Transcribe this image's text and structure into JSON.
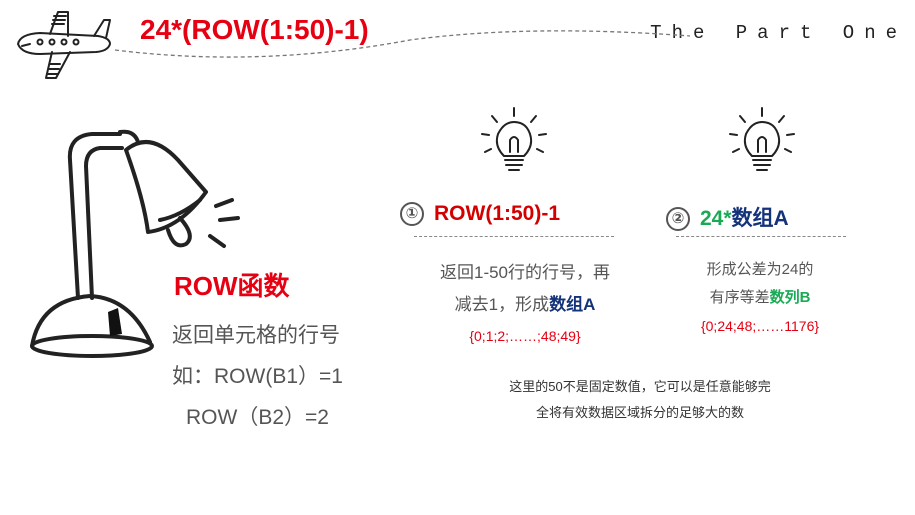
{
  "header": {
    "title": "24*(ROW(1:50)-1)",
    "part_label": "The Part One"
  },
  "left": {
    "heading": "ROW函数",
    "line1": "返回单元格的行号",
    "line2": "如：ROW(B1）=1",
    "line3": "ROW（B2）=2"
  },
  "step1": {
    "num": "①",
    "label": "ROW(1:50)-1",
    "desc1": "返回1-50行的行号，再",
    "desc2_prefix": "减去1，形成",
    "desc2_highlight": "数组A",
    "array": "{0;1;2;……;48;49}"
  },
  "step2": {
    "num": "②",
    "label_prefix": "24*",
    "label_highlight": "数组A",
    "desc1": "形成公差为24的",
    "desc2_prefix": "有序等差",
    "desc2_highlight": "数列B",
    "array": "{0;24;48;……1176}"
  },
  "note": {
    "line1": "这里的50不是固定数值，它可以是任意能够完",
    "line2": "全将有效数据区域拆分的足够大的数"
  },
  "icons": {
    "plane": "airplane-icon",
    "lamp": "desk-lamp-icon",
    "bulb": "lightbulb-icon"
  },
  "colors": {
    "accent_red": "#e50012",
    "navy": "#14337a",
    "green": "#1aaa55"
  }
}
